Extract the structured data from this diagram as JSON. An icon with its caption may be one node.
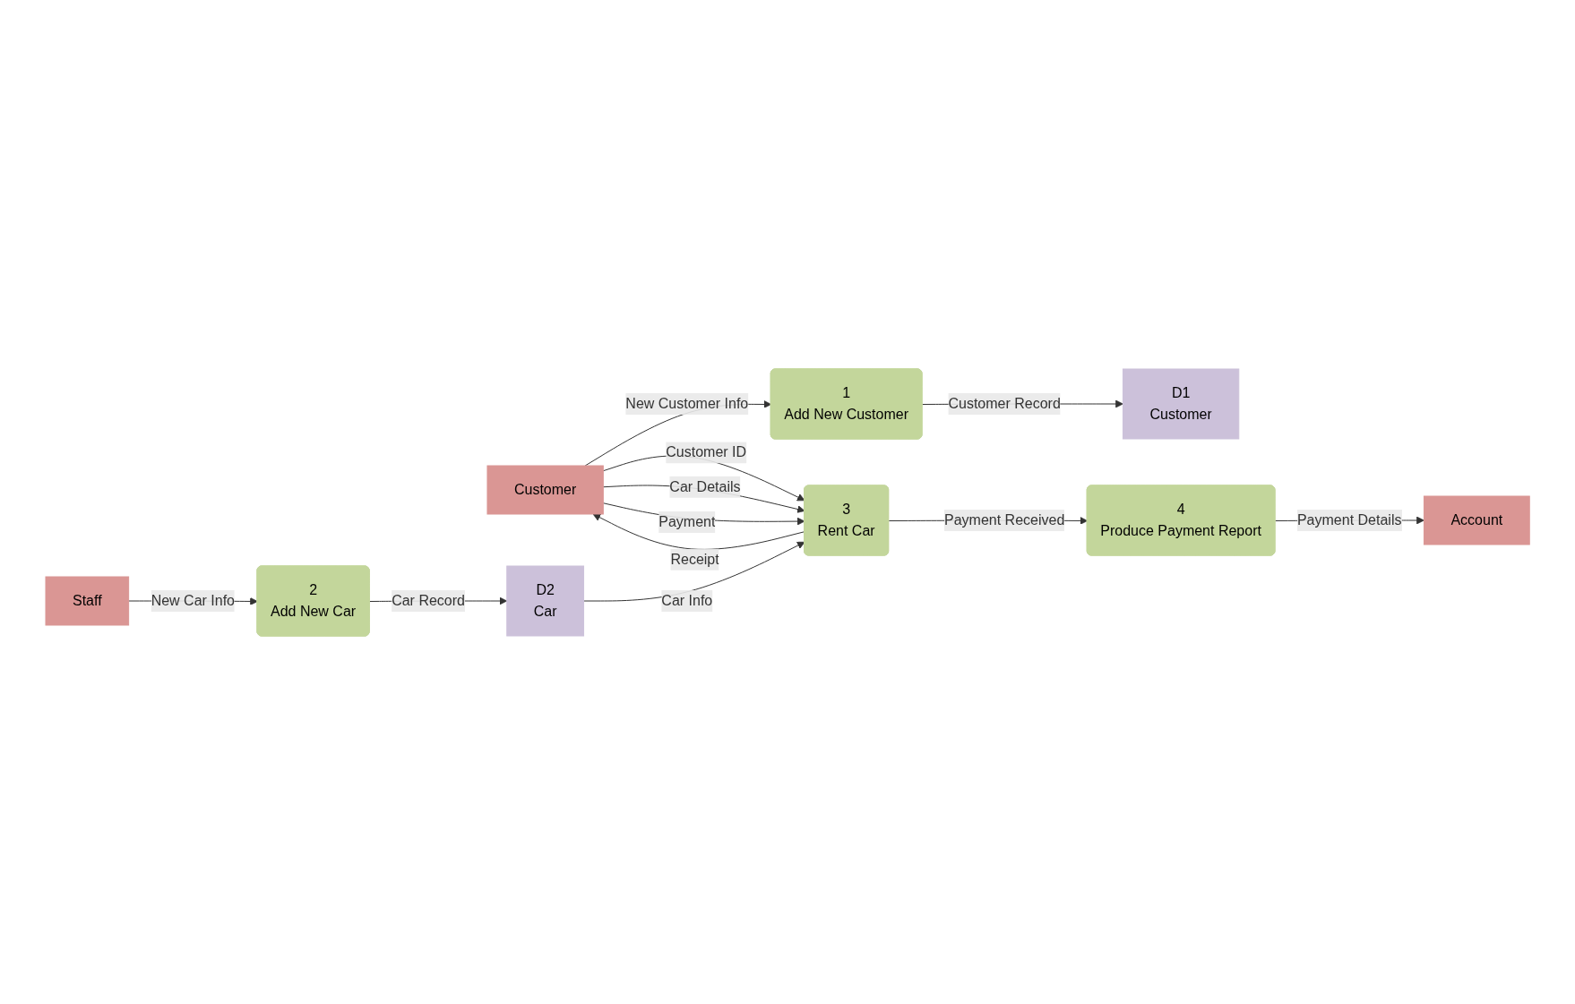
{
  "diagram": {
    "nodes": [
      {
        "text": [
          "Customer"
        ]
      },
      {
        "text": [
          "1",
          "Add New Customer"
        ]
      },
      {
        "text": [
          "D1",
          "Customer"
        ]
      },
      {
        "text": [
          "2",
          "Add New Car"
        ]
      },
      {
        "text": [
          "Staff"
        ]
      },
      {
        "text": [
          "D2",
          "Car"
        ]
      },
      {
        "text": [
          "3",
          "Rent Car"
        ]
      },
      {
        "text": [
          "4",
          "Produce Payment Report"
        ]
      },
      {
        "text": [
          "Account"
        ]
      }
    ],
    "edges": [
      {
        "from": 0,
        "to": 1,
        "arrow": "to",
        "label": "New Customer Info"
      },
      {
        "from": 1,
        "to": 2,
        "arrow": "to",
        "label": "Customer Record"
      },
      {
        "from": 4,
        "to": 3,
        "arrow": "to",
        "label": "New Car Info"
      },
      {
        "from": 3,
        "to": 5,
        "arrow": "to",
        "label": "Car Record"
      },
      {
        "from": 5,
        "to": 6,
        "arrow": "to",
        "label": "Car Info"
      },
      {
        "from": 0,
        "to": 6,
        "arrow": "to",
        "label": "Customer ID"
      },
      {
        "from": 0,
        "to": 6,
        "arrow": "to",
        "label": "Car Details"
      },
      {
        "from": 0,
        "to": 6,
        "arrow": "to",
        "label": "Payment"
      },
      {
        "from": 6,
        "to": 0,
        "arrow": "to",
        "label": "Receipt"
      },
      {
        "from": 6,
        "to": 7,
        "arrow": "to",
        "label": "Payment Received"
      },
      {
        "from": 7,
        "to": 8,
        "arrow": "to",
        "label": "Payment Details"
      }
    ]
  }
}
